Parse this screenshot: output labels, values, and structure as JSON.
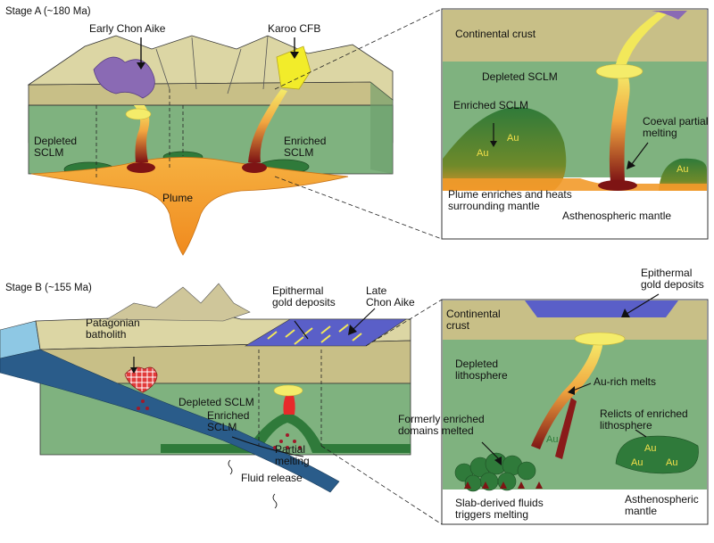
{
  "stage_a": {
    "title": "Stage A (~180 Ma)",
    "left_labels": {
      "early_chon_aike": "Early Chon Aike",
      "karoo_cfb": "Karoo CFB",
      "depleted_sclm": "Depleted\nSCLM",
      "enriched_sclm": "Enriched\nSCLM",
      "plume": "Plume"
    },
    "inset_labels": {
      "continental_crust": "Continental crust",
      "depleted_sclm": "Depleted SCLM",
      "enriched_sclm": "Enriched SCLM",
      "coeval_partial_melting": "Coeval partial\nmelting",
      "plume_enriches": "Plume enriches and heats\nsurrounding mantle",
      "asthenospheric_mantle": "Asthenospheric mantle",
      "au": "Au"
    }
  },
  "stage_b": {
    "title": "Stage B (~155 Ma)",
    "left_labels": {
      "patagonian_batholith": "Patagonian\nbatholith",
      "epithermal_gold": "Epithermal\ngold deposits",
      "late_chon_aike": "Late\nChon Aike",
      "depleted_sclm": "Depleted SCLM",
      "enriched_sclm": "Enriched\nSCLM",
      "partial_melting": "Partial\nmelting",
      "fluid_release": "Fluid release"
    },
    "inset_labels": {
      "epithermal_gold": "Epithermal\ngold deposits",
      "continental_crust": "Continental\ncrust",
      "depleted_lithosphere": "Depleted\nlithosphere",
      "au_rich_melts": "Au-rich melts",
      "relicts": "Relicts of enriched\nlithosphere",
      "formerly_enriched": "Formerly enriched\ndomains melted",
      "slab_fluids": "Slab-derived fluids\ntriggers melting",
      "asthenospheric_mantle": "Asthenospheric\nmantle",
      "au": "Au"
    }
  },
  "colors": {
    "crust": "#c8bf87",
    "crust_top": "#dcd6a4",
    "sclm": "#7fb27f",
    "enriched": "#2f7a3a",
    "plume": "#f29a2a",
    "magma_yellow": "#f2e85a",
    "melt_red": "#8a1a1a",
    "chon_aike_purple": "#8a6ab4",
    "late_chon_aike_blue": "#5a5fc8",
    "ocean": "#8ec8e4",
    "slab": "#2a5c8a"
  }
}
